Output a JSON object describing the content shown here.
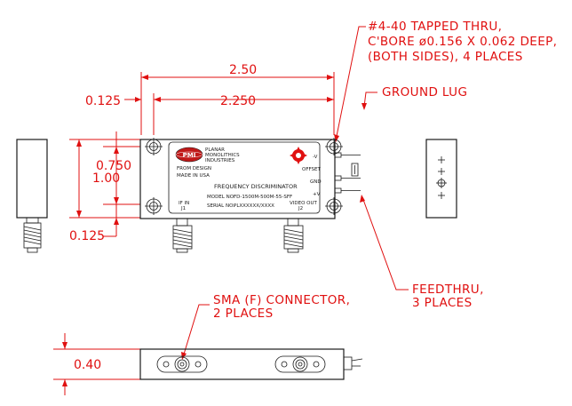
{
  "dimensions": {
    "overall_width": "2.50",
    "hole_spacing": "2.250",
    "edge_offset_left": "0.125",
    "height": "1.00",
    "hole_spacing_vertical": "0.750",
    "edge_offset_bottom": "0.125",
    "thickness": "0.40"
  },
  "callouts": {
    "tapped_hole": [
      "#4-40 TAPPED THRU,",
      "C'BORE ø0.156 X 0.062 DEEP,",
      "(BOTH SIDES), 4 PLACES"
    ],
    "ground_lug": "GROUND LUG",
    "feedthru": [
      "FEEDTHRU,",
      "3 PLACES"
    ],
    "sma": [
      "SMA (F) CONNECTOR,",
      "2 PLACES"
    ]
  },
  "label": {
    "company": [
      "PLANAR",
      "MONOLITHICS",
      "INDUSTRIES"
    ],
    "logo": "PMI",
    "location": [
      "FROM DESIGN",
      "MADE IN USA"
    ],
    "title": "FREQUENCY DISCRIMINATOR",
    "model_label": "MODEL NO:",
    "model_value": "FD-1500M-500M-55-SFF",
    "serial_label": "SERIAL NO:",
    "serial_value": "PLXXXXXX/XXXX",
    "pin_minus_v": "-V",
    "pin_offset": "OFFSET",
    "pin_gnd": "GND",
    "pin_plus_v": "+V",
    "if_in": "IF IN",
    "if_in_ref": "J1",
    "video_out": "VIDEO OUT",
    "video_out_ref": "J2"
  },
  "colors": {
    "dimension": "#e01010",
    "outline": "#1a1a1a",
    "logo": "#c01818"
  }
}
